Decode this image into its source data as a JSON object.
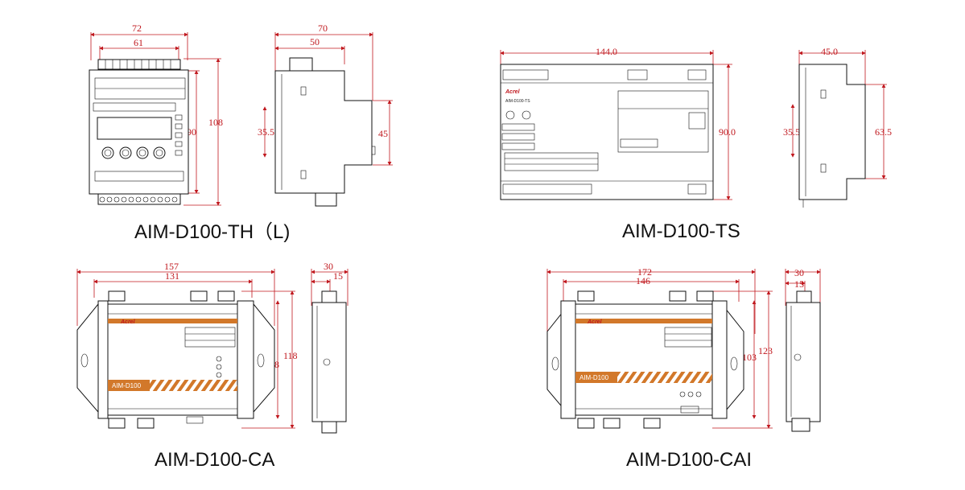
{
  "captions": {
    "th": "AIM-D100-TH（L)",
    "ts": "AIM-D100-TS",
    "ca": "AIM-D100-CA",
    "cai": "AIM-D100-CAI"
  },
  "dimensions": {
    "th_front_width": "72",
    "th_front_inner": "61",
    "th_front_height": "108",
    "th_front_body": "90",
    "th_side_depth": "70",
    "th_side_depth_inner": "50",
    "th_side_rail": "35.5",
    "th_side_right": "45",
    "ts_width": "144.0",
    "ts_height": "90.0",
    "ts_side_depth": "45.0",
    "ts_side_rail": "35.5",
    "ts_side_right": "63.5",
    "ca_width": "157",
    "ca_inner": "131",
    "ca_height": "118",
    "ca_body": "98",
    "ca_side_depth": "30",
    "ca_side_inner": "15",
    "cai_width": "172",
    "cai_inner": "146",
    "cai_height": "123",
    "cai_body": "103",
    "cai_side_depth": "30",
    "cai_side_inner": "15"
  },
  "labels": {
    "brand": "Acrel",
    "ts_model": "AIM-D100-TS",
    "ca_model": "AIM-D100",
    "cai_model": "AIM-D100"
  },
  "colors": {
    "dimension": "#c0181e",
    "stripe": "#d2782a",
    "outline": "#111111"
  }
}
